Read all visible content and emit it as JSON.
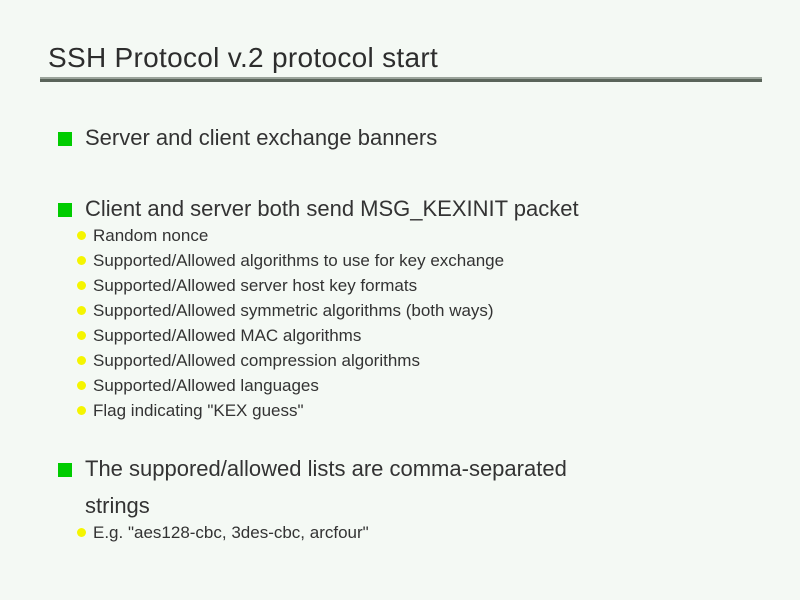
{
  "slide": {
    "title": "SSH Protocol v.2 protocol start",
    "bullets": {
      "banners": "Server and client exchange banners",
      "kexinit": "Client and server both send MSG_KEXINIT packet",
      "lists_line1": "The suppored/allowed lists are comma-separated",
      "lists_line2": "strings"
    },
    "kexinit_items": [
      "Random nonce",
      "Supported/Allowed algorithms to use for key exchange",
      "Supported/Allowed server host key formats",
      "Supported/Allowed symmetric algorithms (both ways)",
      "Supported/Allowed MAC algorithms",
      "Supported/Allowed compression algorithms",
      "Supported/Allowed languages",
      "Flag indicating \"KEX guess\""
    ],
    "list_example": "E.g. \"aes128-cbc, 3des-cbc, arcfour\"",
    "colors": {
      "background": "#f4f9f4",
      "title_text": "#2d2d2d",
      "body_text": "#333333",
      "level1_bullet": "#00cc00",
      "level2_bullet": "#f5f500",
      "rule_light": "#9ba49b",
      "rule_dark": "#5a645a"
    }
  }
}
